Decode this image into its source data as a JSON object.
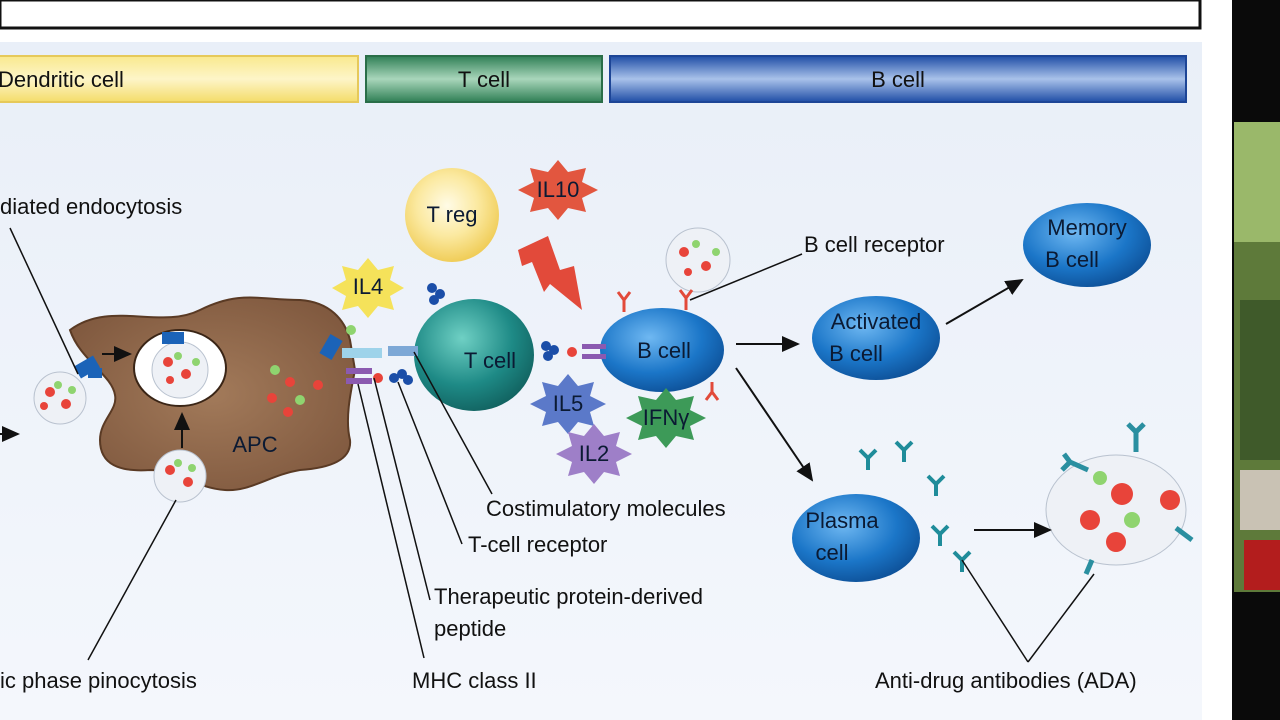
{
  "banners": {
    "dendritic": "Dendritic cell",
    "tcell": "T cell",
    "bcell": "B cell"
  },
  "cells": {
    "treg": "T reg",
    "apc": "APC",
    "tcell": "T cell",
    "bcell": "B cell",
    "activated_line1": "Activated",
    "activated_line2": "B cell",
    "memory_line1": "Memory",
    "memory_line2": "B cell",
    "plasma_line1": "Plasma",
    "plasma_line2": "cell"
  },
  "cytokines": {
    "il4": "IL4",
    "il10": "IL10",
    "il5": "IL5",
    "il2": "IL2",
    "ifn": "IFNγ"
  },
  "labels": {
    "endocytosis": "diated endocytosis",
    "pinocytosis": "ic phase pinocytosis",
    "mhc": "MHC class II",
    "peptide_line1": "Therapeutic protein-derived",
    "peptide_line2": "peptide",
    "tcr": "T-cell receptor",
    "costim": "Costimulatory molecules",
    "bcr": "B cell receptor",
    "ada": "Anti-drug antibodies (ADA)"
  },
  "colors": {
    "dendritic_banner": "#f6e27a",
    "tcell_banner": "#3f8f63",
    "bcell_banner": "#2a58b0",
    "apc_body": "#8a6244",
    "tcell_body": "#1e8a86",
    "bcell_body": "#1b76c8",
    "treg_body": "#f4d66b",
    "arrow_red": "#e24a3a"
  }
}
